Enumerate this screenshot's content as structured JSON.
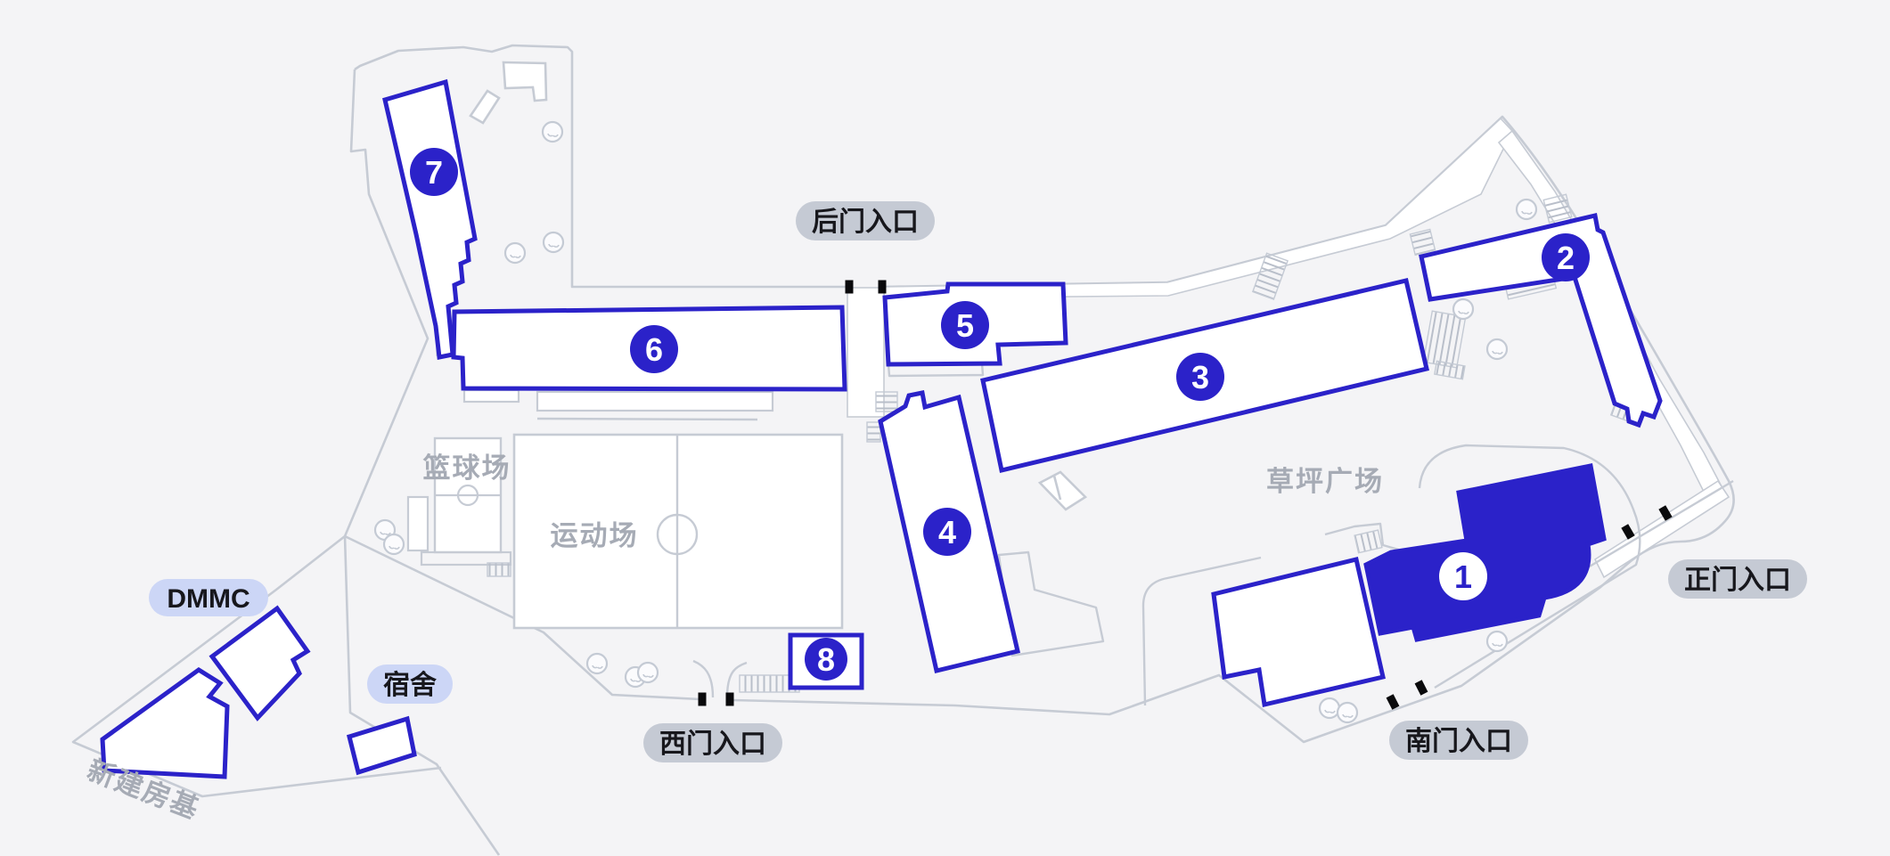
{
  "map": {
    "badges": [
      {
        "label": "1"
      },
      {
        "label": "2"
      },
      {
        "label": "3"
      },
      {
        "label": "4"
      },
      {
        "label": "5"
      },
      {
        "label": "6"
      },
      {
        "label": "7"
      },
      {
        "label": "8"
      }
    ],
    "entrances": {
      "back": "后门入口",
      "main": "正门入口",
      "south": "南门入口",
      "west": "西门入口"
    },
    "areas": {
      "basketball": "篮球场",
      "sports_field": "运动场",
      "lawn_plaza": "草坪广场",
      "dmmc": "DMMC",
      "dormitory": "宿舍",
      "new_foundation": "新建房基"
    },
    "colors": {
      "background": "#f4f4f6",
      "accent_blue": "#2b22c9",
      "building_fill": "#ffffff",
      "outline_gray": "#c6cbd4",
      "area_text_gray": "#a6abb5",
      "entrance_pill_bg": "#c5cad4",
      "facility_pill_bg": "#ccd6f6",
      "entrance_marker_black": "#0a0a0c"
    }
  }
}
